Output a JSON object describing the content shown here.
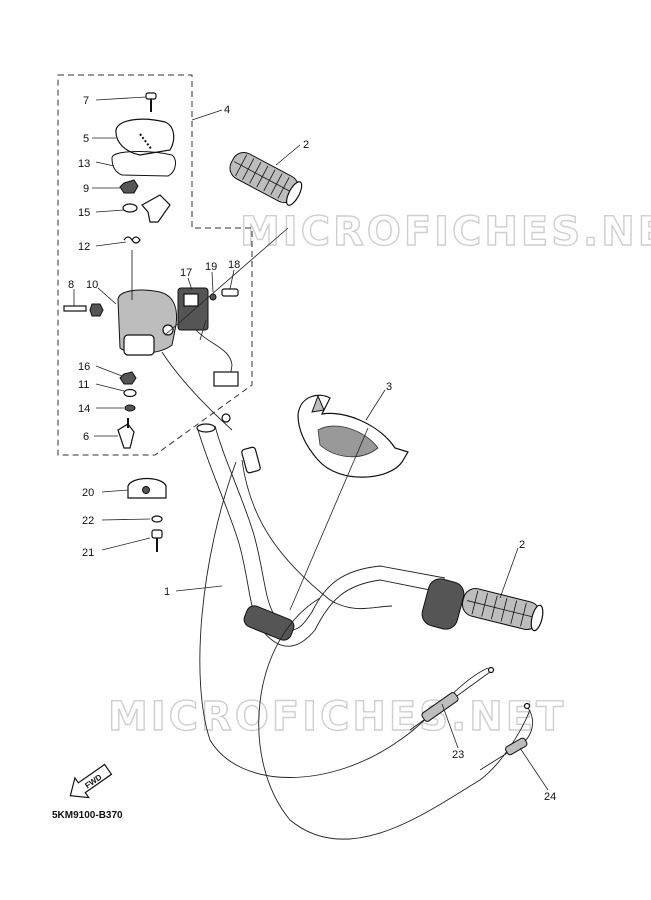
{
  "watermarks": [
    "MICROFICHES.NET",
    "MICROFICHES.NET"
  ],
  "diagram_code": "5KM9100-B370",
  "fwd_label": "FWD",
  "callouts": {
    "c1": "1",
    "c2a": "2",
    "c2b": "2",
    "c3": "3",
    "c4": "4",
    "c5": "5",
    "c6": "6",
    "c7": "7",
    "c8": "8",
    "c9": "9",
    "c10": "10",
    "c11": "11",
    "c12": "12",
    "c13": "13",
    "c14": "14",
    "c15": "15",
    "c16": "16",
    "c17": "17",
    "c18": "18",
    "c19": "19",
    "c20": "20",
    "c21": "21",
    "c22": "22",
    "c23": "23",
    "c24": "24"
  }
}
